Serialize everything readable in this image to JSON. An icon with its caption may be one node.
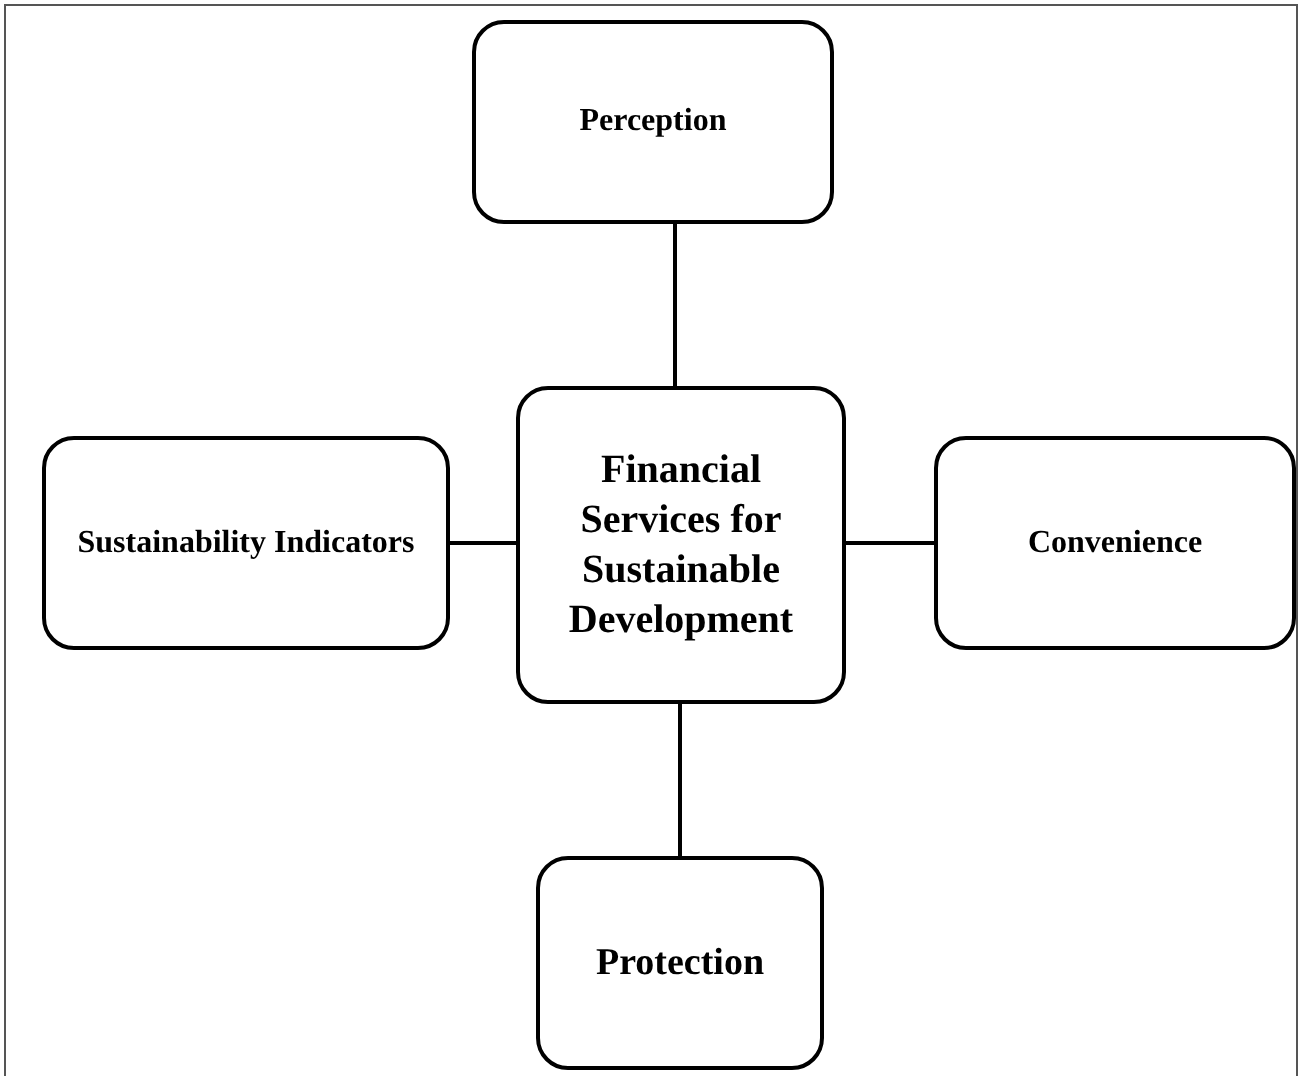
{
  "diagram": {
    "nodes": [
      {
        "text": [
          "Perception"
        ]
      },
      {
        "text": [
          "Sustainability Indicators"
        ]
      },
      {
        "text": [
          "Financial Services for Sustainable Development"
        ]
      },
      {
        "text": [
          "Convenience"
        ]
      },
      {
        "text": [
          "Protection"
        ]
      }
    ],
    "edges": [
      {
        "from": 2,
        "to": 0,
        "arrow": "none"
      },
      {
        "from": 2,
        "to": 1,
        "arrow": "none"
      },
      {
        "from": 2,
        "to": 3,
        "arrow": "none"
      },
      {
        "from": 2,
        "to": 4,
        "arrow": "none"
      }
    ]
  }
}
